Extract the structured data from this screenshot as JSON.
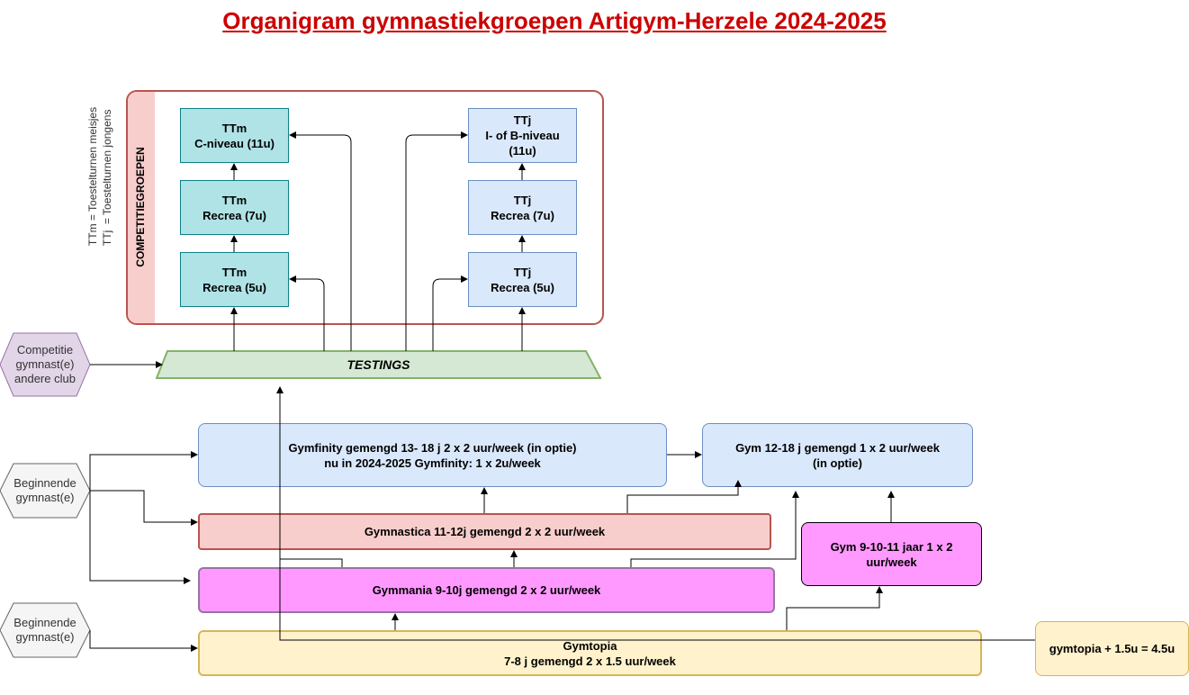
{
  "title": "Organigram gymnastiekgroepen Artigym-Herzele 2024-2025",
  "legend": "TTm = Toestelturnen meisjes\nTTj  = Toestelturnen jongens",
  "competition_group": {
    "label": "COMPETITIEGROEPEN"
  },
  "ttm": {
    "c_niveau": "TTm\nC-niveau (11u)",
    "recrea7": "TTm\nRecrea (7u)",
    "recrea5": "TTm\nRecrea (5u)"
  },
  "ttj": {
    "ib_niveau": "TTj\nI- of B-niveau\n(11u)",
    "recrea7": "TTj\nRecrea (7u)",
    "recrea5": "TTj\nRecrea (5u)"
  },
  "testings": "TESTINGS",
  "hexagons": {
    "competitie_other_club": "Competitie\ngymnast(e)\nandere club",
    "beginner_1": "Beginnende\ngymnast(e)",
    "beginner_2": "Beginnende\ngymnast(e)"
  },
  "groups": {
    "gymfinity": "Gymfinity gemengd 13- 18 j 2 x 2 uur/week (in optie)\nnu in 2024-2025 Gymfinity: 1 x 2u/week",
    "gym12_18": "Gym 12-18 j gemengd 1 x 2 uur/week\n(in optie)",
    "gymnastica": "Gymnastica 11-12j gemengd 2 x 2 uur/week",
    "gym9_11": "Gym 9-10-11 jaar 1 x 2\nuur/week",
    "gymmania": "Gymmania 9-10j gemengd 2 x 2 uur/week",
    "gymtopia": "Gymtopia\n7-8 j gemengd 2 x 1.5 uur/week",
    "gymtopia_plus": "gymtopia + 1.5u = 4.5u"
  },
  "colors": {
    "title": "#cc0000",
    "competition_border": "#b85450",
    "teal_box": "#b0e3e6",
    "blue_box": "#dae8fc",
    "testings": "#d5e8d4",
    "hexagon_purple": "#e1d5e7",
    "hexagon_grey": "#f5f5f5",
    "gymnastica": "#f8cecc",
    "gymmania": "#ff99ff",
    "gymtopia": "#fff2cc"
  }
}
